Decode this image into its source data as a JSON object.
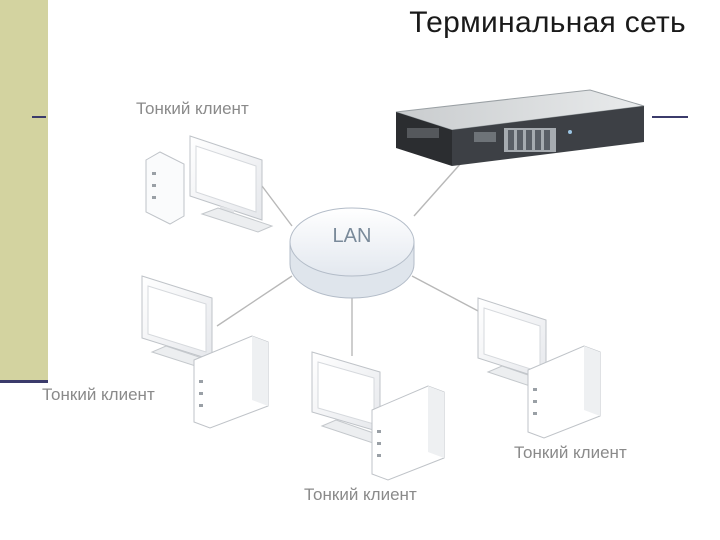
{
  "slide": {
    "title": "Терминальная сеть",
    "accent_color": "#d3d3a0",
    "rule_color": "#3b3b6b"
  },
  "diagram": {
    "hub_label": "LAN",
    "client_labels": [
      "Тонкий клиент",
      "Тонкий клиент",
      "Тонкий клиент",
      "Тонкий клиент"
    ],
    "line_color": "#b8b8b8"
  }
}
